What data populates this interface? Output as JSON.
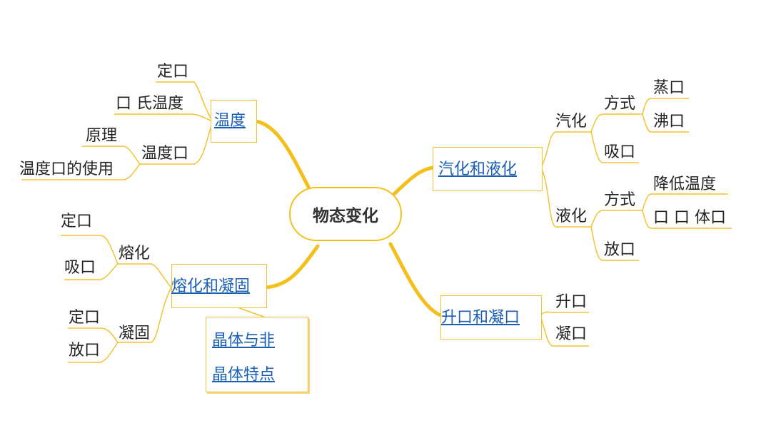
{
  "center": "物态变化",
  "branches": {
    "temperature": {
      "label": "温度",
      "children": {
        "fixed_point": "定口",
        "celsius": "口 氏温度",
        "thermometer": "温度口",
        "principle": "原理",
        "usage": "温度口的使用"
      }
    },
    "vaporization": {
      "label": "汽化和液化",
      "vapor": {
        "label": "汽化",
        "methods": "方式",
        "evaporate": "蒸口",
        "boil": "沸口",
        "absorb": "吸口"
      },
      "liquid": {
        "label": "液化",
        "methods": "方式",
        "lower_temp": "降低温度",
        "compress": "口 口 体口",
        "release": "放口"
      }
    },
    "melting": {
      "label": "熔化和凝固",
      "melt": {
        "label": "熔化",
        "fixed": "定口",
        "absorb": "吸口"
      },
      "solidify": {
        "label": "凝固",
        "fixed": "定口",
        "release": "放口"
      },
      "note": {
        "line1": "晶体与非",
        "line2": "晶体特点"
      }
    },
    "sublimation": {
      "label": "升口和凝口",
      "up": "升口",
      "down": "凝口"
    }
  },
  "colors": {
    "main_link": "#f5bf1b",
    "thin_link": "#f2c233",
    "link_text": "#1a5fb4"
  }
}
